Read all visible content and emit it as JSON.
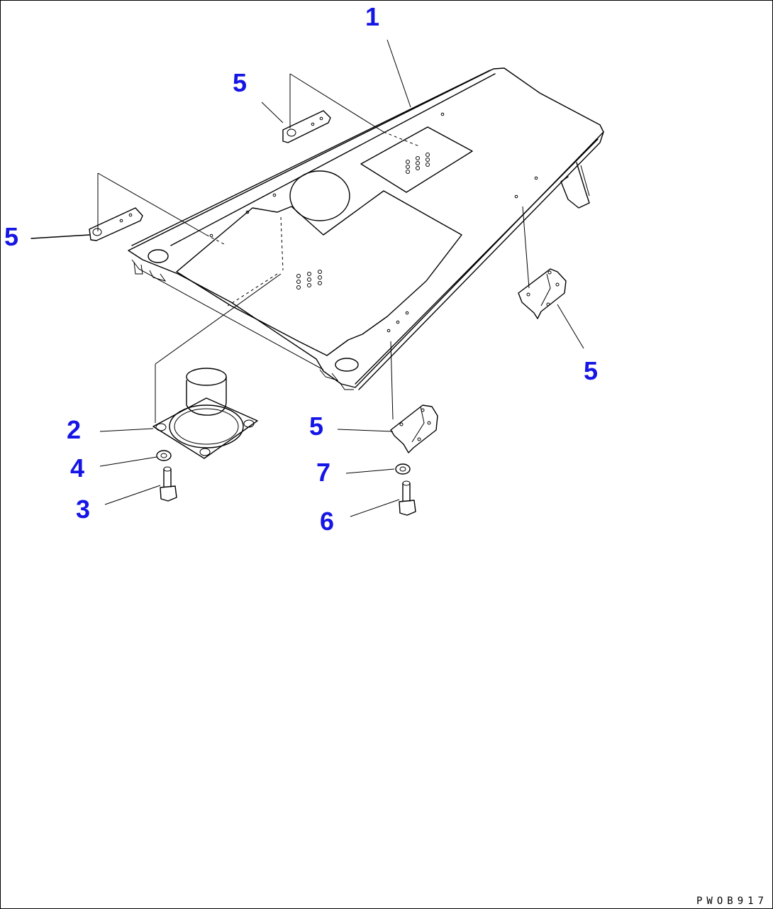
{
  "diagram": {
    "drawing_code": "PWOB917",
    "callouts": [
      {
        "id": "c1",
        "label": "1"
      },
      {
        "id": "c5a",
        "label": "5"
      },
      {
        "id": "c5b",
        "label": "5"
      },
      {
        "id": "c5c",
        "label": "5"
      },
      {
        "id": "c5d",
        "label": "5"
      },
      {
        "id": "c2",
        "label": "2"
      },
      {
        "id": "c4",
        "label": "4"
      },
      {
        "id": "c3",
        "label": "3"
      },
      {
        "id": "c7",
        "label": "7"
      },
      {
        "id": "c6",
        "label": "6"
      }
    ],
    "colors": {
      "callout": "#1515e6",
      "linework": "#000000",
      "background": "#ffffff"
    }
  }
}
